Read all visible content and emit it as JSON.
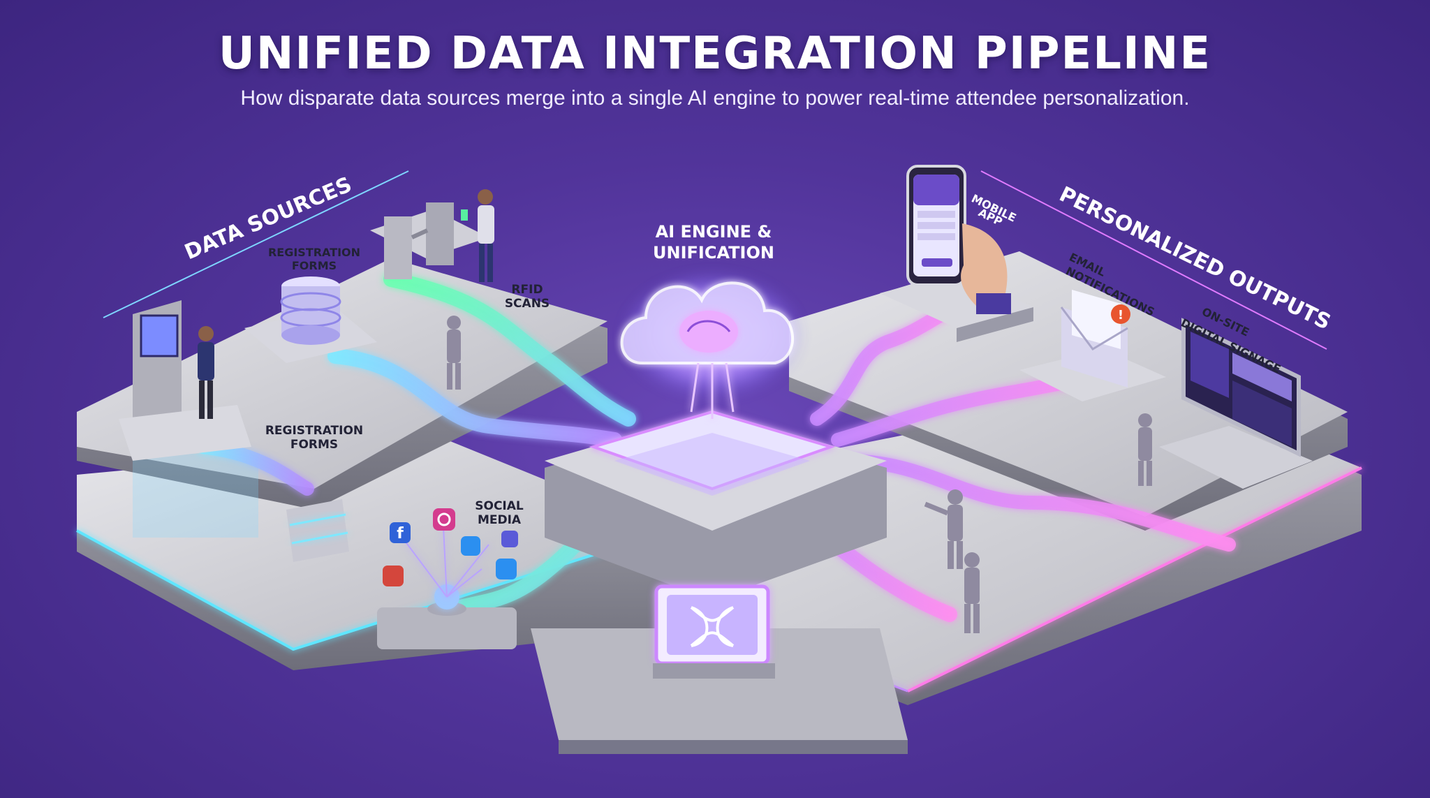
{
  "header": {
    "title": "UNIFIED DATA INTEGRATION PIPELINE",
    "subtitle": "How disparate data sources merge into a single AI engine to power real-time attendee personalization."
  },
  "sections": {
    "sources": "DATA SOURCES",
    "outputs": "PERSONALIZED OUTPUTS"
  },
  "labels": {
    "registration_forms_top_1": "REGISTRATION",
    "registration_forms_top_2": "FORMS",
    "rfid_1": "RFID",
    "rfid_2": "SCANS",
    "registration_forms_bottom_1": "REGISTRATION",
    "registration_forms_bottom_2": "FORMS",
    "social_1": "SOCIAL",
    "social_2": "MEDIA",
    "engine_1": "AI ENGINE &",
    "engine_2": "UNIFICATION",
    "mobile_1": "MOBILE",
    "mobile_2": "APP",
    "email_1": "EMAIL",
    "email_2": "NOTIFICATIONS",
    "signage_1": "ON-SITE",
    "signage_2": "DIGITAL SIGNAGE"
  },
  "colors": {
    "background": "#51349a",
    "platform": "#c9c9cf",
    "glow_cyan": "#5fe6ff",
    "glow_green": "#58f0a0",
    "glow_pink": "#e07bff",
    "alert": "#e8552e"
  },
  "icons": [
    "kiosk-icon",
    "database-icon",
    "turnstile-icon",
    "social-icons",
    "ai-cloud-brain-icon",
    "phone-icon",
    "envelope-icon",
    "signage-screen-icon",
    "ticket-badge-icon"
  ]
}
